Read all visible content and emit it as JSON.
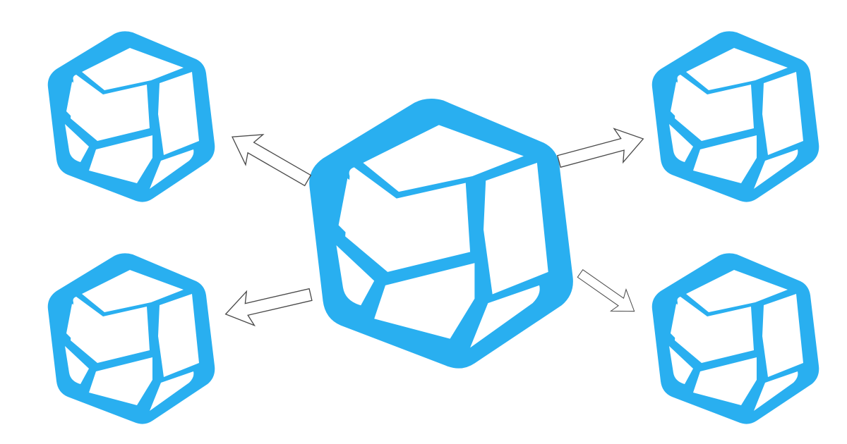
{
  "diagram": {
    "central_node": {
      "kind": "cube-logo",
      "color": "#29aff0"
    },
    "satellite_nodes": [
      {
        "kind": "cube-logo",
        "color": "#29aff0"
      },
      {
        "kind": "cube-logo",
        "color": "#29aff0"
      },
      {
        "kind": "cube-logo",
        "color": "#29aff0"
      },
      {
        "kind": "cube-logo",
        "color": "#29aff0"
      }
    ],
    "connectors": [
      {
        "from": "central",
        "to": "satellite-1",
        "style": "outlined-arrow",
        "stroke_color": "#4a4a4a"
      },
      {
        "from": "central",
        "to": "satellite-2",
        "style": "outlined-arrow",
        "stroke_color": "#4a4a4a"
      },
      {
        "from": "central",
        "to": "satellite-3",
        "style": "outlined-arrow",
        "stroke_color": "#4a4a4a"
      },
      {
        "from": "central",
        "to": "satellite-4",
        "style": "outlined-arrow",
        "stroke_color": "#4a4a4a"
      }
    ]
  }
}
